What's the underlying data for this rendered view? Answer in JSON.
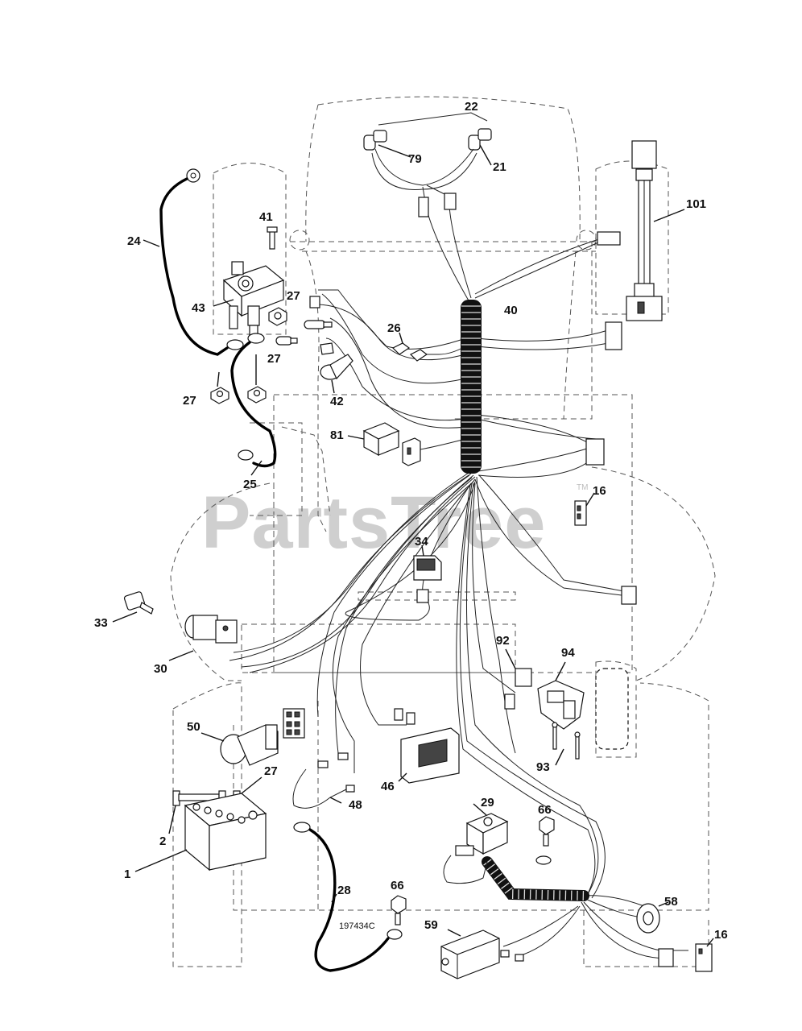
{
  "watermark": {
    "text": "PartsTree",
    "trademark": "TM"
  },
  "drawing_number": "197434C",
  "callouts": {
    "c22": "22",
    "c79": "79",
    "c21": "21",
    "c101": "101",
    "c41": "41",
    "c24": "24",
    "c43": "43",
    "c27a": "27",
    "c40": "40",
    "c26": "26",
    "c27b": "27",
    "c27c": "27",
    "c42": "42",
    "c81": "81",
    "c25": "25",
    "c16a": "16",
    "c34": "34",
    "c33": "33",
    "c30": "30",
    "c92": "92",
    "c94": "94",
    "c50": "50",
    "c27d": "27",
    "c93": "93",
    "c46": "46",
    "c48": "48",
    "c2": "2",
    "c29": "29",
    "c66a": "66",
    "c1": "1",
    "c58": "58",
    "c28": "28",
    "c66b": "66",
    "c59": "59",
    "c16b": "16"
  },
  "colors": {
    "line": "#111111",
    "dashed_outline": "#555555",
    "watermark": "#cfcfcf"
  }
}
